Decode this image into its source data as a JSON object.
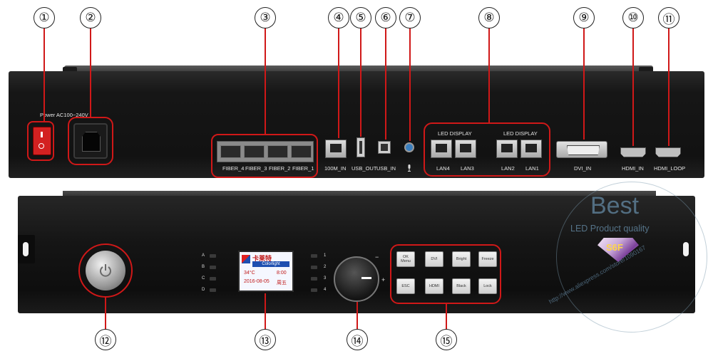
{
  "callouts": [
    "①",
    "②",
    "③",
    "④",
    "⑤",
    "⑥",
    "⑦",
    "⑧",
    "⑨",
    "⑩",
    "⑪",
    "⑫",
    "⑬",
    "⑭",
    "⑮"
  ],
  "rear_labels": {
    "power": "Power AC100~240V",
    "fiber4": "FIBER_4",
    "fiber3": "FIBER_3",
    "fiber2": "FIBER_2",
    "fiber1": "FIBER_1",
    "net100m": "100M_IN",
    "usb_out": "USB_OUT",
    "usb_in": "USB_IN",
    "led_display_a": "LED DISPLAY",
    "led_display_b": "LED DISPLAY",
    "lan4": "LAN4",
    "lan3": "LAN3",
    "lan2": "LAN2",
    "lan1": "LAN1",
    "dvi_in": "DVI_IN",
    "hdmi_in": "HDMI_IN",
    "hdmi_loop": "HDMI_LOOP"
  },
  "front_labels": {
    "led_left": [
      "A",
      "B",
      "C",
      "D"
    ],
    "led_right": [
      "1",
      "2",
      "3",
      "4"
    ],
    "lcd_brand_cn": "卡莱特",
    "lcd_brand_en": "Colorlight",
    "lcd_temp": "34°C",
    "lcd_time": "8:00",
    "lcd_date": "2016-08-05",
    "lcd_weekday": "周五",
    "knob_minus": "−",
    "knob_plus": "+",
    "keys": [
      "OK\nMenu",
      "DVI",
      "Bright",
      "Freeze",
      "ESC",
      "HDMI",
      "Black",
      "Lock"
    ]
  },
  "watermark": {
    "best": "Best",
    "tagline": "LED Product quality",
    "badge": "S6F",
    "url": "http://www.aliexpress.com/store/1090167"
  },
  "colors": {
    "highlight": "#d01818",
    "chassis": "#151515",
    "watermark": "#6f8fa8"
  }
}
